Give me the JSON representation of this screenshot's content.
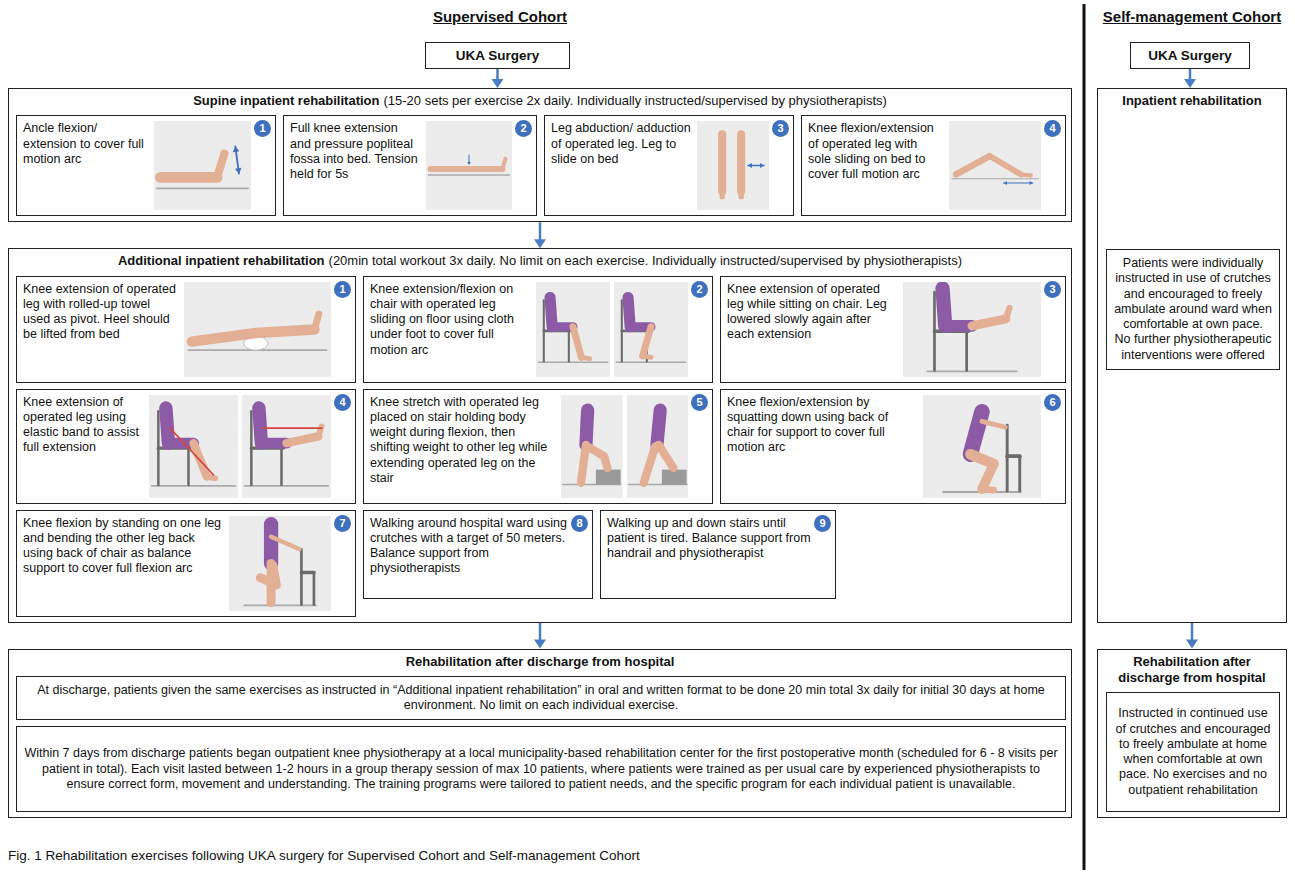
{
  "diagram": {
    "caption": "Fig. 1 Rehabilitation exercises following UKA surgery for Supervised Cohort and Self-management Cohort",
    "nodes": [
      {
        "text": [
          "UKA Surgery"
        ]
      },
      {
        "text": [
          "Supine inpatient rehabilitation",
          "(15-20 sets per exercise 2x daily. Individually instructed/supervised by physiotherapists)"
        ]
      },
      {
        "text": [
          "Ancle flexion/ extension to cover full motion arc",
          "1"
        ],
        "in": 1
      },
      {
        "text": [
          "Full knee extension and pressure popliteal fossa into bed. Tension held for 5s",
          "2"
        ],
        "in": 1
      },
      {
        "text": [
          "Leg abduction/ adduction of operated leg. Leg to slide on bed",
          "3"
        ],
        "in": 1
      },
      {
        "text": [
          "Knee flexion/extension of operated leg with sole sliding on bed to cover full motion arc",
          "4"
        ],
        "in": 1
      },
      {
        "text": [
          "Additional inpatient rehabilitation",
          "(20min total workout 3x daily. No limit on each exercise. Individually instructed/supervised by physiotherapists)"
        ]
      },
      {
        "text": [
          "Knee extension of operated leg with rolled-up towel used as pivot. Heel should be lifted from bed",
          "1"
        ],
        "in": 6
      },
      {
        "text": [
          "Knee extension/flexion on chair with operated leg sliding on floor using cloth under foot to cover full motion arc",
          "2"
        ],
        "in": 6
      },
      {
        "text": [
          "Knee extension of operated leg while sitting on chair. Leg lowered slowly again after each extension",
          "3"
        ],
        "in": 6
      },
      {
        "text": [
          "Knee extension of operated leg using elastic band to assist full extension",
          "4"
        ],
        "in": 6
      },
      {
        "text": [
          "Knee stretch with operated leg placed on stair holding body weight during flexion, then shifting weight to other leg while extending operated leg on the stair",
          "5"
        ],
        "in": 6
      },
      {
        "text": [
          "Knee flexion/extension by squatting down using back of chair for support to cover full motion arc",
          "6"
        ],
        "in": 6
      },
      {
        "text": [
          "Knee flexion by standing on one leg and bending the other leg back using back of chair as balance support to cover full flexion arc",
          "7"
        ],
        "in": 6
      },
      {
        "text": [
          "Walking around hospital ward using crutches with a target of 50 meters. Balance support from physiotherapists",
          "8"
        ],
        "in": 6
      },
      {
        "text": [
          "Walking up and down stairs until patient is tired. Balance support from handrail and physiotherapist",
          "9"
        ],
        "in": 6
      },
      {
        "text": [
          "Rehabilitation after discharge from hospital"
        ]
      },
      {
        "text": [
          "At discharge, patients given the same exercises as instructed in “Additional inpatient rehabilitation” in oral and written format to be done 20 min total 3x daily for initial 30 days at home environment. No limit on each individual exercise."
        ],
        "in": 16
      },
      {
        "text": [
          "Within 7 days from discharge patients began outpatient knee physiotherapy at a local municipality-based rehabilitation center for the first postoperative month (scheduled for 6 - 8 visits per patient in total). Each visit lasted between 1-2 hours in a group therapy session of max 10 patients, where patients were trained as per usual care by experienced physiotherapists to ensure correct form, movement and understanding. The training programs were tailored to patient needs, and the specific program for each individual patient is unavailable."
        ],
        "in": 16
      },
      {
        "text": [
          "UKA Surgery"
        ]
      },
      {
        "text": [
          "Inpatient rehabilitation"
        ]
      },
      {
        "text": [
          "Patients were individually instructed in use of crutches and encouraged to freely ambulate around ward when comfortable at own pace. No further physiotherapeutic interventions were offered"
        ],
        "in": 20
      },
      {
        "text": [
          "Rehabilitation after discharge from hospital"
        ]
      },
      {
        "text": [
          "Instructed in continued use of crutches and encouraged to freely ambulate at home when comfortable at own pace. No exercises and no outpatient rehabilitation"
        ],
        "in": 22
      }
    ],
    "edges": [
      {
        "from": 0,
        "to": 1,
        "arrow": "to"
      },
      {
        "from": 1,
        "to": 6,
        "arrow": "to"
      },
      {
        "from": 6,
        "to": 16,
        "arrow": "to"
      },
      {
        "from": 19,
        "to": 20,
        "arrow": "to"
      },
      {
        "from": 20,
        "to": 22,
        "arrow": "to"
      }
    ],
    "labels": [
      "Supervised Cohort",
      "Self-management Cohort"
    ]
  }
}
